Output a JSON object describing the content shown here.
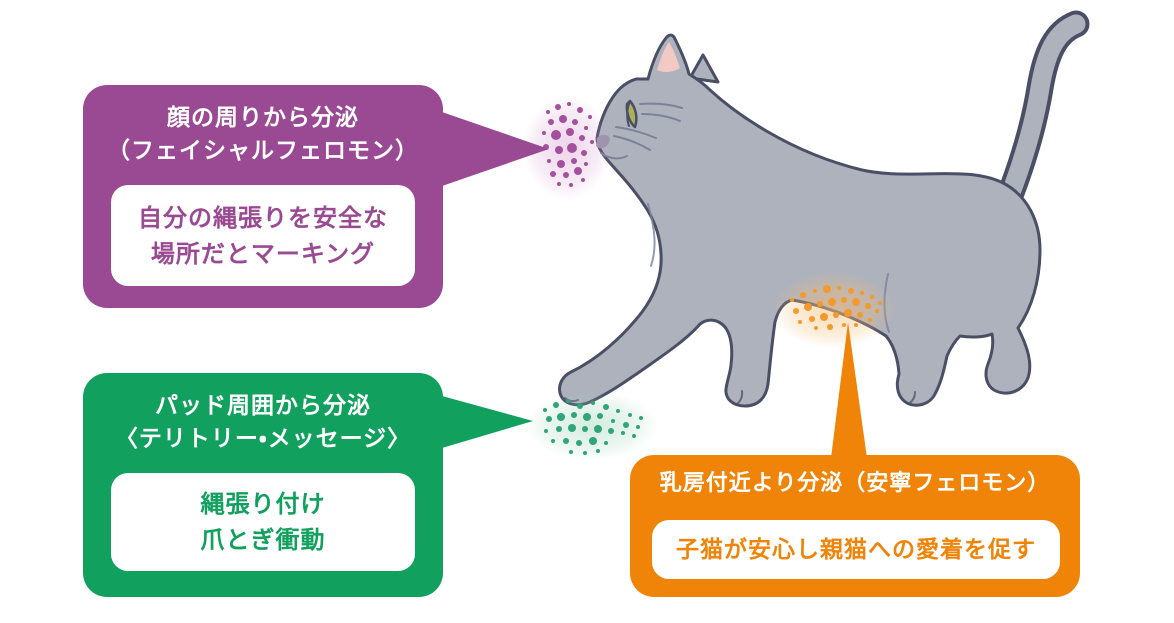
{
  "callouts": {
    "facial": {
      "heading": [
        "顔の周りから分泌",
        "（フェイシャルフェロモン）"
      ],
      "body": [
        "自分の縄張りを安全な",
        "場所だとマーキング"
      ]
    },
    "pad": {
      "heading": [
        "パッド周囲から分泌",
        "〈テリトリー・メッセージ〉"
      ],
      "body": [
        "縄張り付け",
        "爪とぎ衝動"
      ]
    },
    "mammary": {
      "heading": "乳房付近より分泌（安寧フェロモン）",
      "body": "子猫が安心し親猫への愛着を促す"
    }
  },
  "illustration": {
    "subject": "gray walking cat with pheromone dot clouds at face, front paw pads and mammary area"
  },
  "theme": {
    "facial_accent": "#9a4a93",
    "pad_accent": "#12a05e",
    "mammary_accent": "#ef8408",
    "cat_body": "#aeb2bd",
    "cat_outline": "#4a4f66",
    "cat_ear_inner": "#f3c9c5",
    "cat_eye": "#aab259",
    "cat_line": "#7c819a",
    "cat_nose": "#9b93ab",
    "facial_dot": "#a3509d",
    "pad_dot": "#2fa579",
    "mammary_dot": "#f29a2e",
    "facial_halo": "#d394cb",
    "pad_halo": "#93d1b1",
    "mammary_halo": "#f7bd77"
  }
}
